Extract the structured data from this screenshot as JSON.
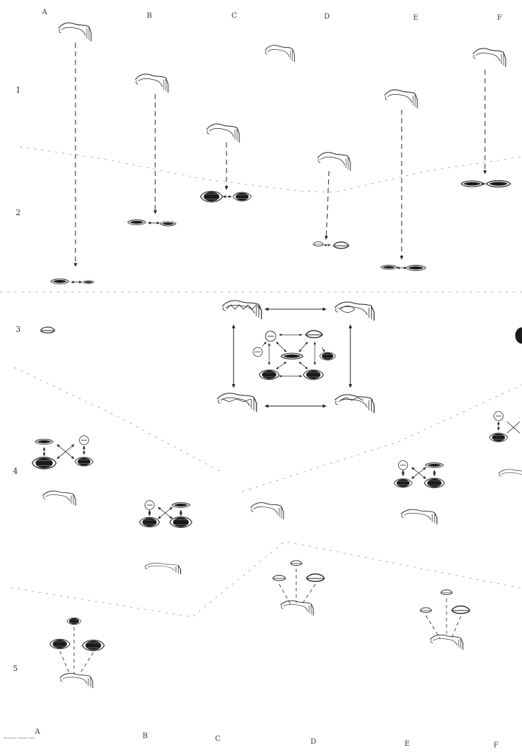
{
  "columns_top": [
    "A",
    "B",
    "C",
    "D",
    "E",
    "F"
  ],
  "columns_bottom": [
    "A",
    "B",
    "C",
    "D",
    "E",
    "F"
  ],
  "rows": [
    "1",
    "2",
    "3",
    "4",
    "5"
  ],
  "footer_credit": "Phil Howson / Phonetic Chart",
  "colors": {
    "ink": "#222222",
    "fill": "#1a1a1a",
    "guide": "#9a9a9a"
  }
}
